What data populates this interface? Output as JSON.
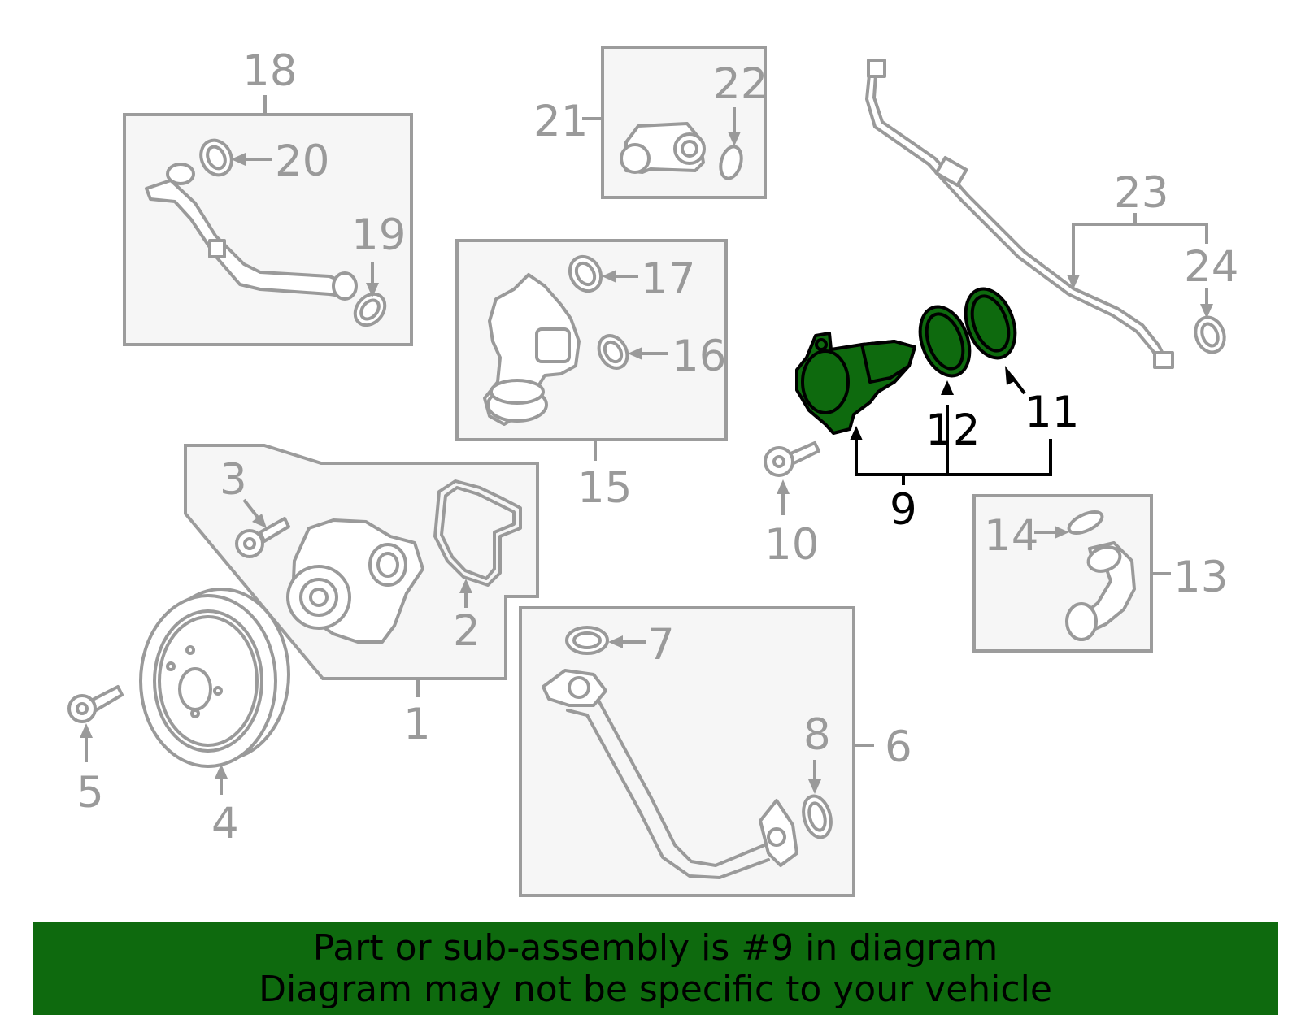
{
  "callouts": {
    "c1": "1",
    "c2": "2",
    "c3": "3",
    "c4": "4",
    "c5": "5",
    "c6": "6",
    "c7": "7",
    "c8": "8",
    "c9": "9",
    "c10": "10",
    "c11": "11",
    "c12": "12",
    "c13": "13",
    "c14": "14",
    "c15": "15",
    "c16": "16",
    "c17": "17",
    "c18": "18",
    "c19": "19",
    "c20": "20",
    "c21": "21",
    "c22": "22",
    "c23": "23",
    "c24": "24"
  },
  "highlight": {
    "part_number": "9",
    "color": "#0e6a0e"
  },
  "banner": {
    "line1": "Part or sub-assembly is #9 in diagram",
    "line2": "Diagram may not be specific to your vehicle"
  }
}
